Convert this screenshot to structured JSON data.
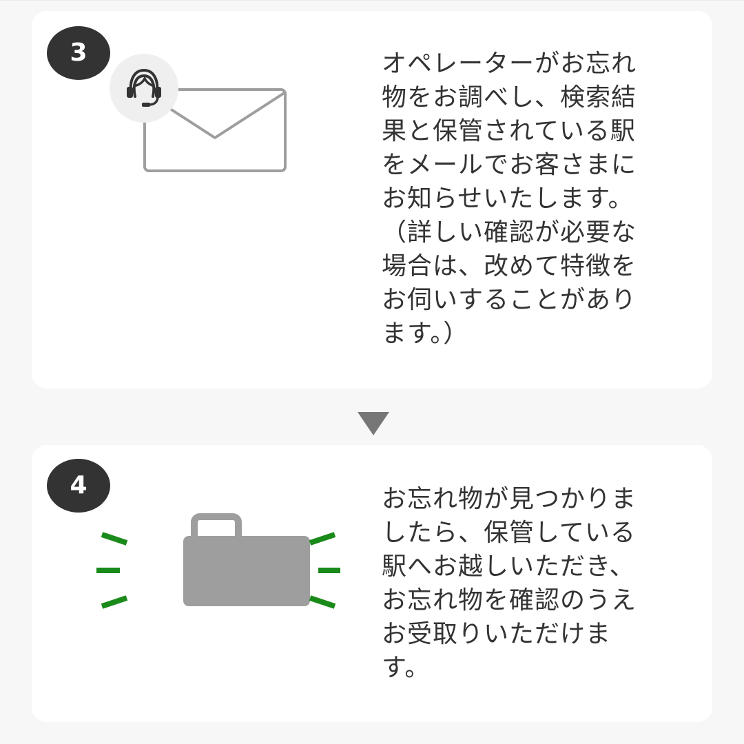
{
  "steps": [
    {
      "number": "3",
      "icon": "operator-mail-icon",
      "text": "オペレーターがお忘れ\n物をお調べし、検索結\n果と保管されている駅\nをメールでお客さまに\nお知らせいたします。\n（詳しい確認が必要な\n場合は、改めて特徴を\nお伺いすることがあり\nます。）"
    },
    {
      "number": "4",
      "icon": "found-bag-icon",
      "text": "お忘れ物が見つかりま\nしたら、保管している\n駅へお越しいただき、\nお忘れ物を確認のうえ\nお受取りいただけま\nす。"
    }
  ],
  "colors": {
    "background": "#f7f7f7",
    "card": "#ffffff",
    "badge": "#333333",
    "text": "#333333",
    "icon_gray": "#9e9e9e",
    "accent_green": "#1a8a1a",
    "arrow": "#777777"
  }
}
